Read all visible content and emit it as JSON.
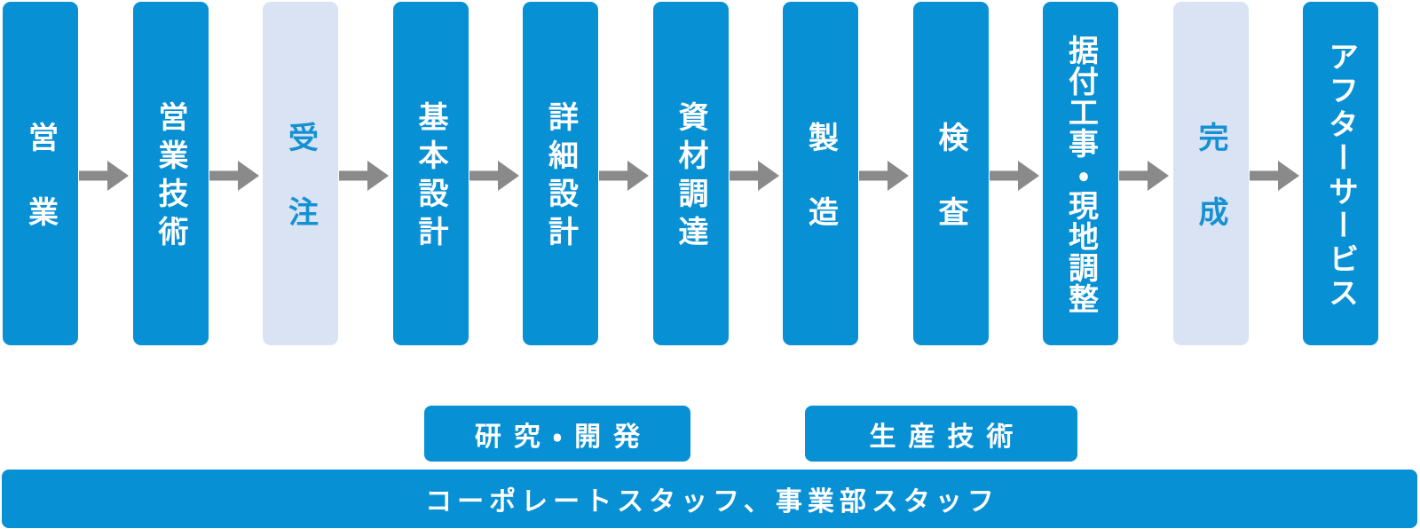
{
  "palette": {
    "primary_blue": "#0890d5",
    "light_blue": "#d9e3f4",
    "light_text_blue": "#1591d3",
    "arrow_gray": "#8a8a8a",
    "text_white": "#ffffff"
  },
  "flow": {
    "steps": [
      {
        "label": "営業",
        "variant": "solid"
      },
      {
        "label": "営業技術",
        "variant": "solid"
      },
      {
        "label": "受注",
        "variant": "light"
      },
      {
        "label": "基本設計",
        "variant": "solid"
      },
      {
        "label": "詳細設計",
        "variant": "solid"
      },
      {
        "label": "資材調達",
        "variant": "solid"
      },
      {
        "label": "製造",
        "variant": "solid"
      },
      {
        "label": "検査",
        "variant": "solid"
      },
      {
        "label": "据付工事・現地調整",
        "variant": "solid"
      },
      {
        "label": "完成",
        "variant": "light"
      },
      {
        "label": "アフターサービス",
        "variant": "solid"
      }
    ]
  },
  "support": {
    "boxes": [
      {
        "label": "研究・開発"
      },
      {
        "label": "生産技術"
      }
    ],
    "bottom_bar": {
      "label": "コーポレートスタッフ、事業部スタッフ"
    }
  },
  "icons": {
    "arrow": "right-arrow"
  }
}
